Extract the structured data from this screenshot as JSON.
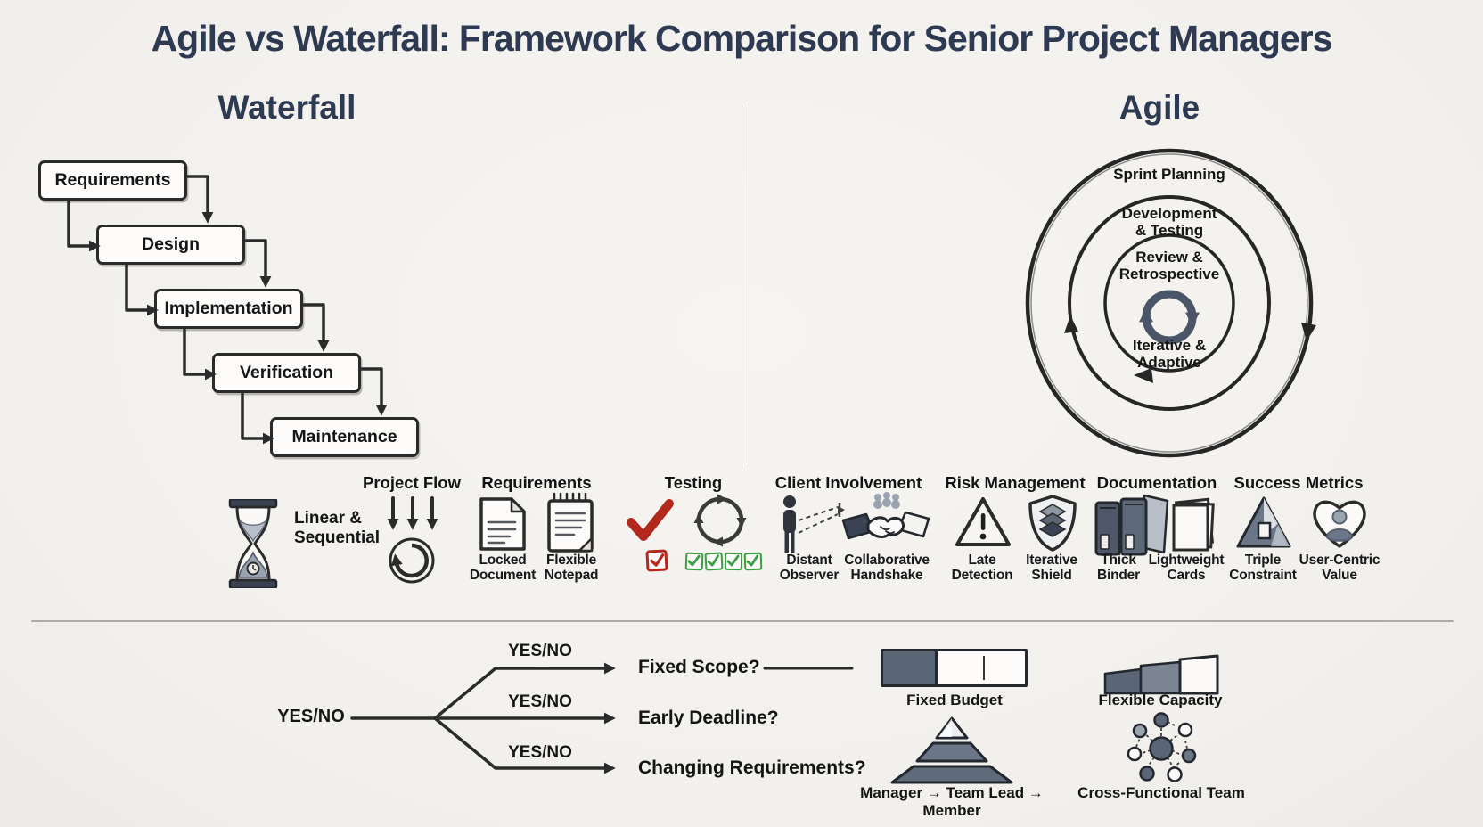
{
  "title": "Agile vs Waterfall: Framework Comparison for Senior Project Managers",
  "waterfall": {
    "heading": "Waterfall",
    "steps": [
      "Requirements",
      "Design",
      "Implementation",
      "Verification",
      "Maintenance"
    ],
    "trait": "Linear &\nSequential"
  },
  "agile": {
    "heading": "Agile",
    "ring_outer": "Sprint Planning",
    "ring_middle": "Development\n& Testing",
    "ring_inner": "Review &\nRetrospective",
    "center_caption": "Iterative &\nAdaptive"
  },
  "comparison": {
    "headers": [
      "Project Flow",
      "Requirements",
      "Testing",
      "Client Involvement",
      "Risk Management",
      "Documentation",
      "Success Metrics"
    ],
    "labels": {
      "locked_document": "Locked\nDocument",
      "flexible_notepad": "Flexible\nNotepad",
      "distant_observer": "Distant\nObserver",
      "collaborative_handshake": "Collaborative\nHandshake",
      "late_detection": "Late\nDetection",
      "iterative_shield": "Iterative\nShield",
      "thick_binder": "Thick\nBinder",
      "lightweight_cards": "Lightweight\nCards",
      "triple_constraint": "Triple\nConstraint",
      "user_centric_value": "User-Centric\nValue"
    }
  },
  "decision": {
    "root": "YES/NO",
    "branches": [
      "YES/NO",
      "YES/NO",
      "YES/NO"
    ],
    "questions": [
      "Fixed Scope?",
      "Early Deadline?",
      "Changing Requirements?"
    ],
    "fixed_budget": "Fixed Budget",
    "flexible_capacity": "Flexible Capacity",
    "hierarchy": "Manager → Team Lead → Member",
    "cross_functional": "Cross-Functional Team"
  },
  "icons": {
    "hourglass-icon": "hourglass",
    "down-arrows-icon": "↓↓↓",
    "cycle-arrow-icon": "⟳",
    "locked-document-icon": "document page",
    "flexible-notepad-icon": "spiral notepad",
    "red-checkmark-icon": "✓",
    "red-checkbox-icon": "☑",
    "testing-cycle-icon": "circular recycle arrows",
    "green-checkboxes-icon": "☑☑☑☑",
    "distant-observer-icon": "person with dashed sightline",
    "handshake-icon": "handshake",
    "warning-triangle-icon": "⚠ exclamation triangle",
    "layered-shield-icon": "shield with layers",
    "binders-icon": "thick ring binders",
    "cards-icon": "stack of cards",
    "triple-constraint-icon": "triangle with square",
    "user-heart-icon": "heart with person",
    "fixed-budget-bar": "partially filled bar",
    "flexible-capacity-icon": "ascending blocks",
    "hierarchy-pyramid-icon": "three-tier pyramid",
    "network-icon": "connected circle network",
    "sync-icon": "two chasing arrows"
  },
  "colors": {
    "background": "#f4f2ef",
    "heading_navy": "#2d3a52",
    "ink": "#2b2b2b",
    "slate": "#5a6576",
    "slate_light": "#9aa3b0",
    "red": "#b3271c",
    "green": "#3c9d44"
  }
}
